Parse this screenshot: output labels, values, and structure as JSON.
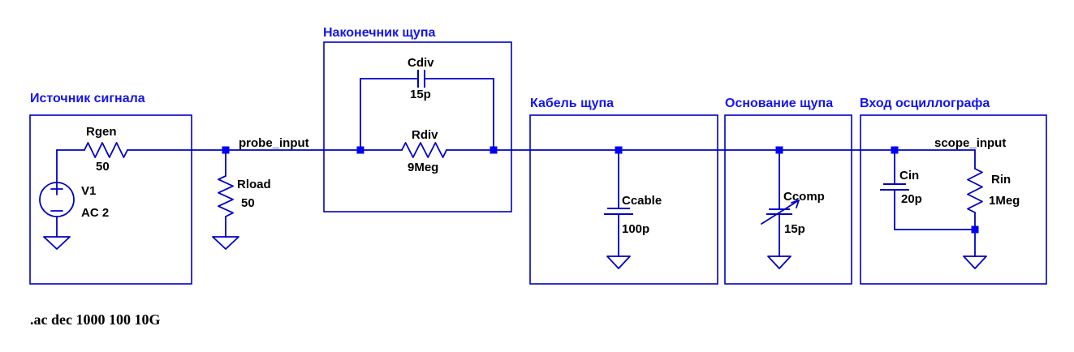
{
  "schematic": {
    "directive": ".ac dec 1000 100 10G",
    "nets": {
      "probe_input": "probe_input",
      "scope_input": "scope_input"
    },
    "sections": {
      "source": {
        "title": "Источник сигнала"
      },
      "tip": {
        "title": "Наконечник щупа"
      },
      "cable": {
        "title": "Кабель щупа"
      },
      "base": {
        "title": "Основание щупа"
      },
      "scope": {
        "title": "Вход осциллографа"
      }
    },
    "components": {
      "v1": {
        "name": "V1",
        "value": "AC 2"
      },
      "rgen": {
        "name": "Rgen",
        "value": "50"
      },
      "rload": {
        "name": "Rload",
        "value": "50"
      },
      "cdiv": {
        "name": "Cdiv",
        "value": "15p"
      },
      "rdiv": {
        "name": "Rdiv",
        "value": "9Meg"
      },
      "ccable": {
        "name": "Ccable",
        "value": "100p"
      },
      "ccomp": {
        "name": "Ccomp",
        "value": "15p"
      },
      "cin": {
        "name": "Cin",
        "value": "20p"
      },
      "rin": {
        "name": "Rin",
        "value": "1Meg"
      }
    },
    "colors": {
      "background": "#ffffff",
      "wire": "#0000c4",
      "junction": "#0000f5",
      "title": "#1414f0",
      "text": "#000000"
    }
  }
}
